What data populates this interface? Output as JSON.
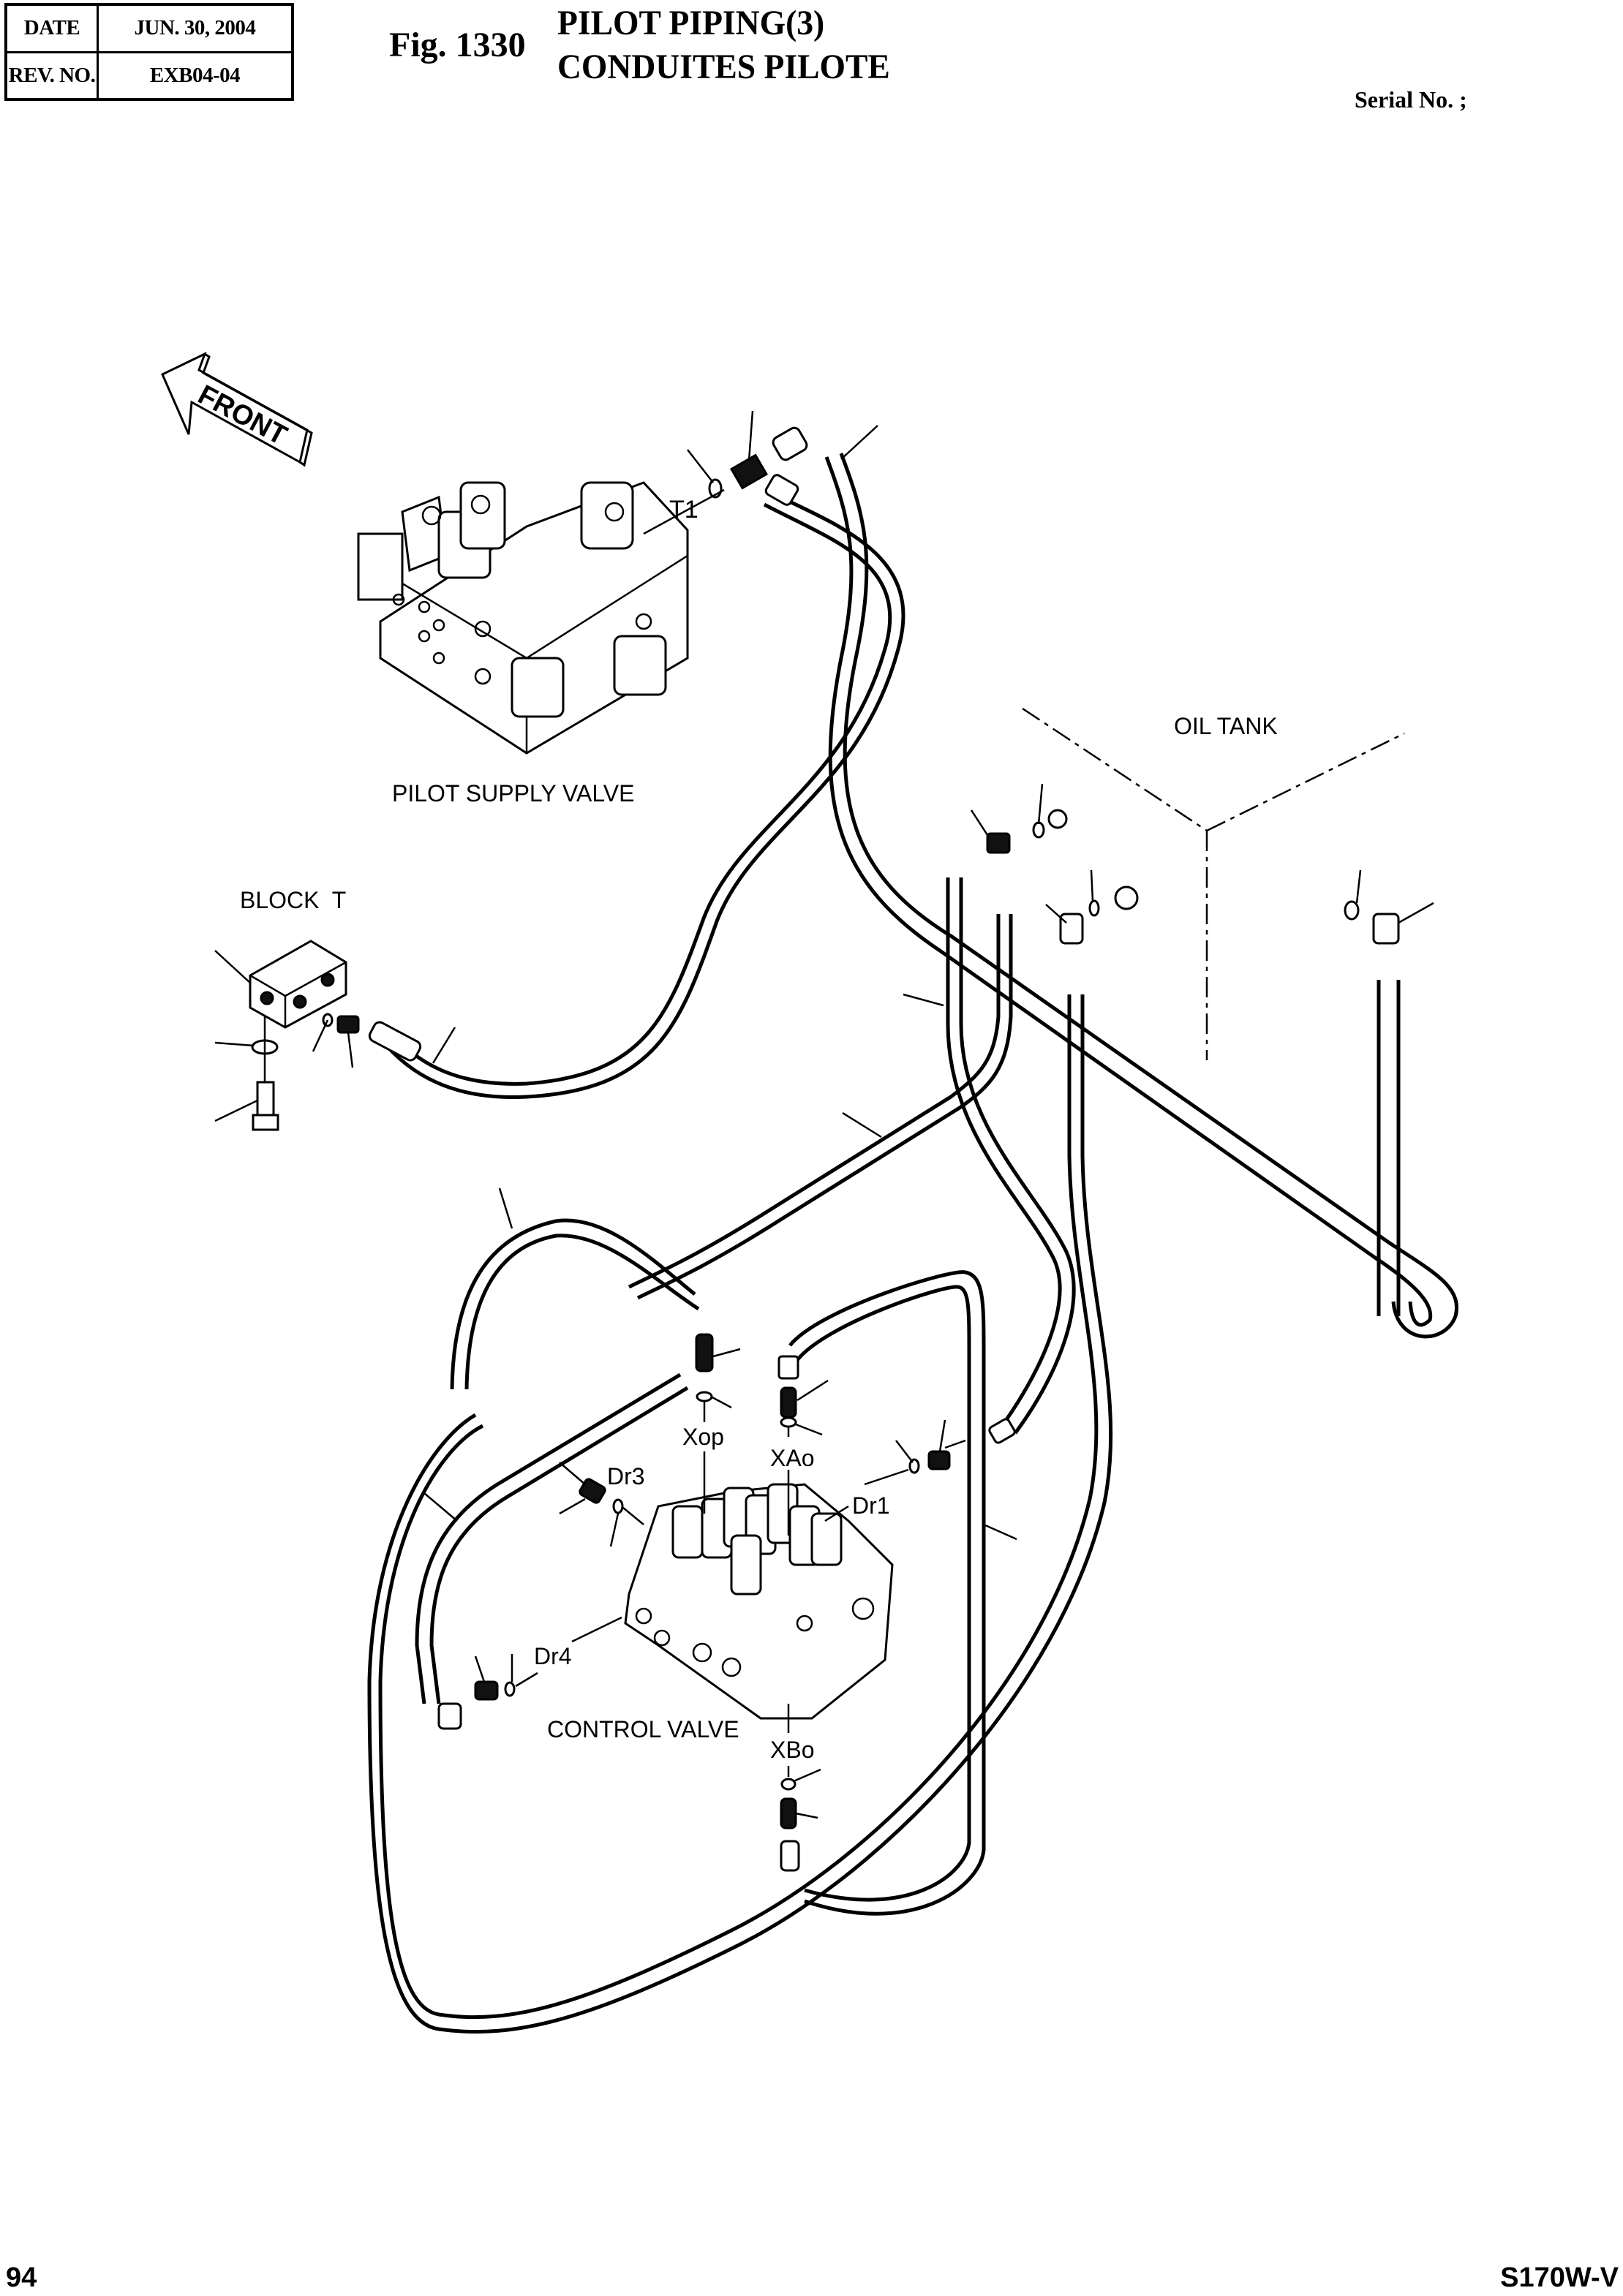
{
  "header": {
    "date_label": "DATE",
    "date_value": "JUN. 30, 2004",
    "rev_label": "REV. NO.",
    "rev_value": "EXB04-04",
    "figure_number": "Fig. 1330",
    "title_en": "PILOT PIPING(3)",
    "title_fr": "CONDUITES PILOTE",
    "serial_label": "Serial No. ;"
  },
  "footer": {
    "page_number": "94",
    "model": "S170W-V"
  },
  "diagram": {
    "direction_arrow": "FRONT",
    "components": {
      "pilot_supply_valve": "PILOT SUPPLY VALVE",
      "block_t": "BLOCK  T",
      "oil_tank": "OIL TANK",
      "control_valve": "CONTROL VALVE"
    },
    "port_labels": {
      "t1": "T1",
      "xop": "Xop",
      "xao": "XAo",
      "xbo": "XBo",
      "dr1": "Dr1",
      "dr3": "Dr3",
      "dr4": "Dr4"
    }
  }
}
